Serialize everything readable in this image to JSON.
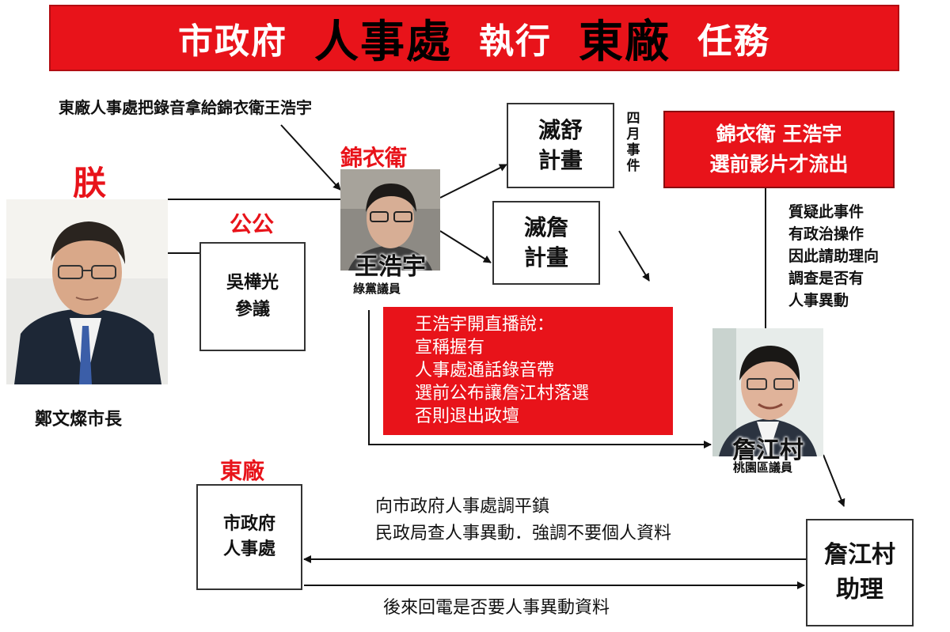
{
  "title": {
    "part1": "市政府",
    "part2": "人事處",
    "part3": "執行",
    "part4": "東廠",
    "part5": "任務"
  },
  "top_caption": "東廠人事處把錄音拿給錦衣衛王浩宇",
  "mayor": {
    "role_label": "朕",
    "name": "鄭文燦市長"
  },
  "gonggong": {
    "label": "公公",
    "box_line1": "吳樺光",
    "box_line2": "參議"
  },
  "wang": {
    "role_label": "錦衣衛",
    "name": "王浩宇",
    "title": "綠黨議員"
  },
  "plan1": {
    "line1": "滅舒",
    "line2": "計畫"
  },
  "plan2": {
    "line1": "滅詹",
    "line2": "計畫"
  },
  "april": {
    "c1": "四",
    "c2": "月",
    "c3": "事",
    "c4": "件"
  },
  "video_box": {
    "line1": "錦衣衛 王浩宇",
    "line2": "選前影片才流出"
  },
  "question_note": {
    "l1": "質疑此事件",
    "l2": "有政治操作",
    "l3": "因此請助理向",
    "l4": "調查是否有",
    "l5": "人事異動"
  },
  "live_box": {
    "l1": "王浩宇開直播說：",
    "l2": "宣稱握有",
    "l3": "人事處通話錄音帶",
    "l4": "選前公布讓詹江村落選",
    "l5": "否則退出政壇"
  },
  "zhan": {
    "name": "詹江村",
    "title": "桃園區議員"
  },
  "dongchang": {
    "label": "東廠",
    "box_line1": "市政府",
    "box_line2": "人事處"
  },
  "assistant": {
    "line1": "詹江村",
    "line2": "助理"
  },
  "request_text": {
    "l1": "向市政府人事處調平鎮",
    "l2": "民政局查人事異動．強調不要個人資料"
  },
  "reply_text": "後來回電是否要人事異動資料",
  "colors": {
    "accent_red": "#e8131a",
    "line": "#222222"
  }
}
